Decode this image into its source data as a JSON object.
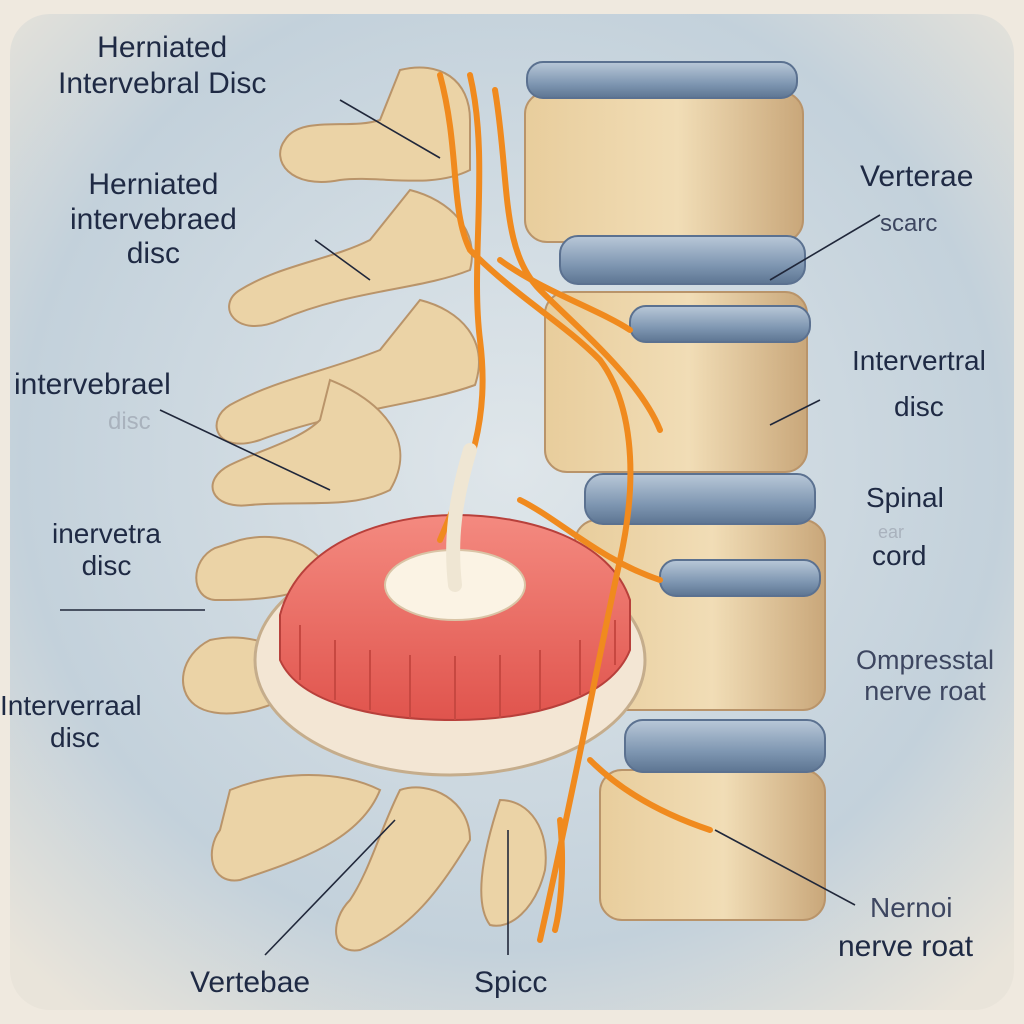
{
  "labels": {
    "herniated_disc_top": [
      "Herniated",
      "Intervebral Disc"
    ],
    "herniated_disc_2": [
      "Herniated",
      "intervebraed",
      "disc"
    ],
    "intervebrael": "intervebrael",
    "intervebrael_sub": "disc",
    "inervetra": [
      "inervetra",
      "disc"
    ],
    "interverraal": [
      "Interverraal",
      "disc"
    ],
    "verterae": "Verterae",
    "scarc": "scarc",
    "intervertral": [
      "Intervertral",
      "disc"
    ],
    "spinal": "Spinal",
    "spinal_faint": "ear",
    "cord": "cord",
    "ompresstral": [
      "Ompresstal",
      "nerve roat"
    ],
    "nernoi": "Nernoi",
    "nerve_roat": "nerve roat",
    "vertebae": "Vertebae",
    "spicc": "Spicc"
  },
  "colors": {
    "background": "#efe9df",
    "panel": "#c9d6df",
    "bone": "#ead2a6",
    "bone_shadow": "#c9a77a",
    "disc_blue": "#8ea4bd",
    "nerve": "#f08a1e",
    "disc_red": "#f06a63",
    "disc_core": "#fbf3e4",
    "text": "#1f2a44"
  }
}
